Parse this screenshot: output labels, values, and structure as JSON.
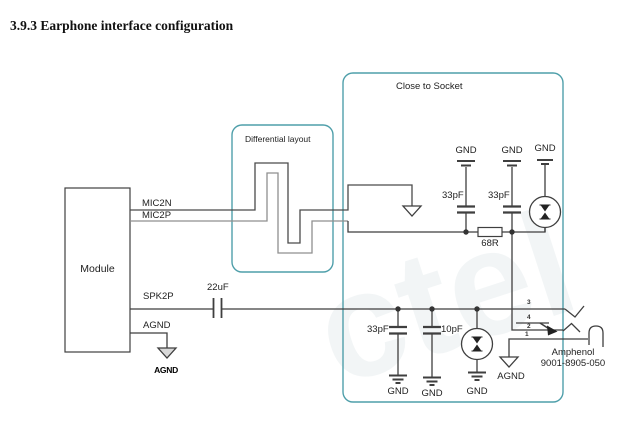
{
  "page": {
    "title": "3.9.3 Earphone interface configuration",
    "watermark": "ctel"
  },
  "module": {
    "label": "Module"
  },
  "signals": {
    "mic2n": "MIC2N",
    "mic2p": "MIC2P",
    "spk2p": "SPK2P",
    "agnd": "AGND",
    "agnd_symbol": "AGND"
  },
  "boxes": {
    "differential": "Differential layout",
    "socket": "Close to Socket"
  },
  "components": {
    "series_cap": "22uF",
    "mic_cap1": "33pF",
    "mic_cap2": "33pF",
    "mic_res": "68R",
    "spk_cap1": "33pF",
    "spk_cap2": "10pF"
  },
  "grounds": {
    "gnd_top1": "GND",
    "gnd_top2": "GND",
    "gnd_top3": "GND",
    "gnd_bot1": "GND",
    "gnd_bot2": "GND",
    "gnd_bot3": "GND",
    "agnd_socket": "AGND"
  },
  "connector": {
    "vendor": "Amphenol",
    "part_number": "9001-8905-050",
    "pin3": "3",
    "pin4": "4",
    "pin2": "2",
    "pin1": "1"
  },
  "colors": {
    "accent_teal": "#4f9faa",
    "wire": "#3f3f3f",
    "wire_secondary": "#8f8f8f"
  }
}
